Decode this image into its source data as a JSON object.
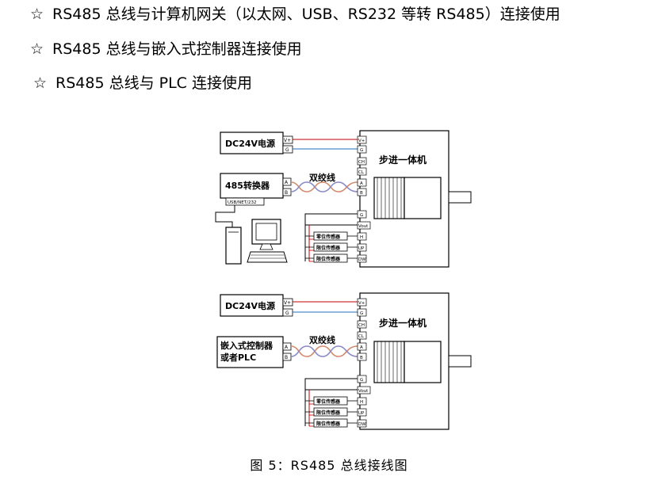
{
  "bullets": {
    "symbol": "☆",
    "line1": "RS485 总线与计算机网关（以太网、USB、RS232 等转 RS485）连接使用",
    "line2": "RS485 总线与嵌入式控制器连接使用",
    "line3": "RS485 总线与 PLC 连接使用"
  },
  "diagram_top": {
    "power_label": "DC24V电源",
    "power_pins": [
      "V+",
      "G"
    ],
    "converter_label": "485转换器",
    "converter_pins": [
      "A",
      "B"
    ],
    "converter_port": "USB/NET/232",
    "twisted_label": "双绞线",
    "motor_label": "步进一体机",
    "motor_pins": [
      "V+",
      "G",
      "CH",
      "CL",
      "A",
      "B",
      "G",
      "Vout",
      "H",
      "UP",
      "DW"
    ],
    "sensors": [
      "零位传感器",
      "限位传感器",
      "限位传感器"
    ]
  },
  "diagram_bottom": {
    "power_label": "DC24V电源",
    "power_pins": [
      "V+",
      "G"
    ],
    "controller_label_1": "嵌入式控制器",
    "controller_label_2": "或者PLC",
    "controller_pins": [
      "A",
      "B"
    ],
    "twisted_label": "双绞线",
    "motor_label": "步进一体机",
    "motor_pins": [
      "V+",
      "G",
      "CH",
      "CL",
      "A",
      "B",
      "G",
      "Vout",
      "H",
      "UP",
      "DW"
    ],
    "sensors": [
      "零位传感器",
      "限位传感器",
      "限位传感器"
    ]
  },
  "caption": "图 5：RS485 总线接线图",
  "colors": {
    "power_positive": "#c00000",
    "power_ground": "#1f6fbf",
    "twisted_a": "#d48a6a",
    "twisted_b": "#8a8ac8"
  }
}
